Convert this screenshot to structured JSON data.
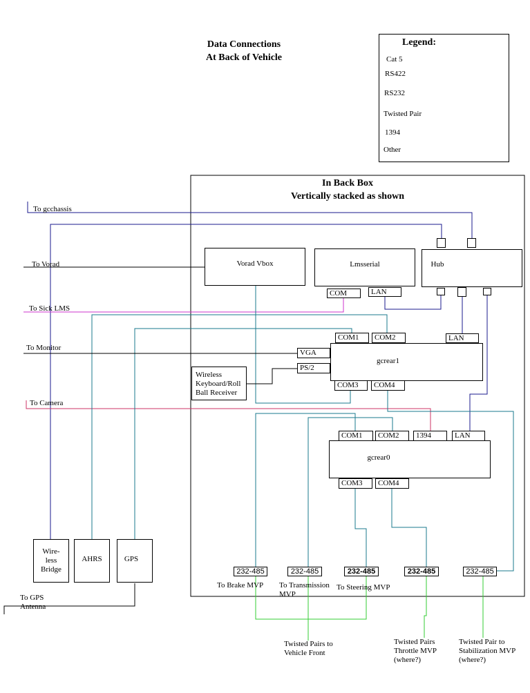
{
  "title": {
    "line1": "Data Connections",
    "line2": "At Back of Vehicle"
  },
  "legend": {
    "heading": "Legend:",
    "items": [
      {
        "label": "Cat 5",
        "color": "#1a1a8c"
      },
      {
        "label": "RS422",
        "color": "#cc33cc"
      },
      {
        "label": "RS232",
        "color": "#1a7a8c"
      },
      {
        "label": "Twisted Pair",
        "color": "#33cc33"
      },
      {
        "label": "1394",
        "color": "#cc3366"
      },
      {
        "label": "Other",
        "color": "#000000"
      }
    ]
  },
  "back_box": {
    "line1": "In Back Box",
    "line2": "Vertically stacked as shown"
  },
  "external": {
    "gcchassis": "To gcchassis",
    "vorad": "To Vorad",
    "sick": "To Sick LMS",
    "monitor": "To Monitor",
    "camera": "To Camera",
    "gps_antenna_1": "To GPS",
    "gps_antenna_2": "Antenna"
  },
  "devices": {
    "vorad_vbox": "Vorad Vbox",
    "lmsserial": "Lmsserial",
    "hub": "Hub",
    "gcrear1": "gcrear1",
    "gcrear0": "gcrear0",
    "wireless_kb_1": "Wireless",
    "wireless_kb_2": "Keyboard/Roll",
    "wireless_kb_3": "Ball Receiver",
    "wireless_bridge_1": "Wire-",
    "wireless_bridge_2": "less",
    "wireless_bridge_3": "Bridge",
    "ahrs": "AHRS",
    "gps": "GPS"
  },
  "ports": {
    "com": "COM",
    "lan": "LAN",
    "com1": "COM1",
    "com2": "COM2",
    "com3": "COM3",
    "com4": "COM4",
    "vga": "VGA",
    "ps2": "PS/2",
    "p1394": "1394"
  },
  "converters": {
    "label": "232-485"
  },
  "destinations": {
    "brake": "To Brake MVP",
    "transmission_1": "To Transmission",
    "transmission_2": "MVP",
    "steering": "To Steering MVP",
    "tp_front_1": "Twisted Pairs to",
    "tp_front_2": "Vehicle Front",
    "tp_throttle_1": "Twisted Pairs",
    "tp_throttle_2": "Throttle MVP",
    "tp_throttle_3": "(where?)",
    "tp_stab_1": "Twisted Pair to",
    "tp_stab_2": "Stabilization MVP",
    "tp_stab_3": "(where?)"
  }
}
